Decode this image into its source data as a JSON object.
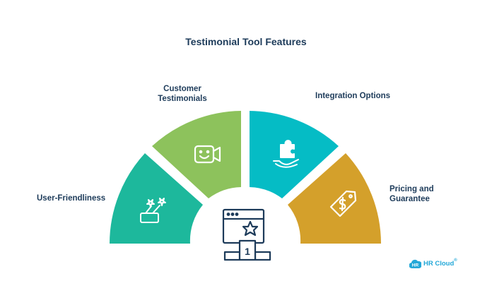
{
  "title": "Testimonial Tool Features",
  "segments": [
    {
      "label_lines": [
        "User-Friendliness"
      ],
      "color": "#1db89c",
      "icon": "hand-with-flowers-icon"
    },
    {
      "label_lines": [
        "Customer",
        "Testimonials"
      ],
      "color": "#8dc25c",
      "icon": "video-smile-icon"
    },
    {
      "label_lines": [
        "Integration Options"
      ],
      "color": "#05bcc5",
      "icon": "puzzle-hand-icon"
    },
    {
      "label_lines": [
        "Pricing and",
        "Guarantee"
      ],
      "color": "#d4a02b",
      "icon": "price-tag-icon"
    }
  ],
  "center": {
    "icon": "browser-star-podium-icon",
    "podium_number": "1"
  },
  "brand": {
    "badge": "HR",
    "name": "HR Cloud",
    "mark": "®",
    "color": "#23a8d8"
  }
}
